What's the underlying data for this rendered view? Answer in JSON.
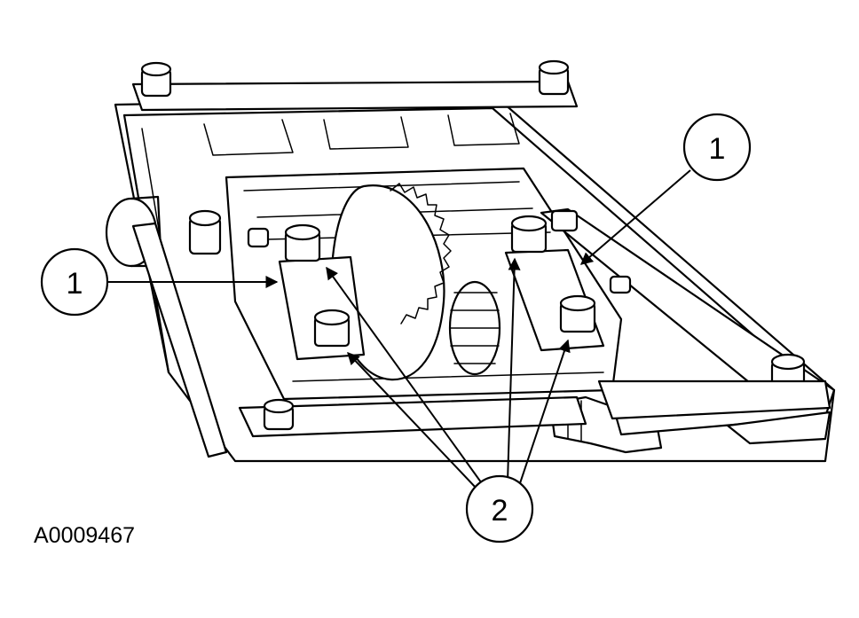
{
  "figure": {
    "id": "A0009467",
    "callouts": [
      {
        "label": "1"
      },
      {
        "label": "1"
      },
      {
        "label": "2"
      }
    ]
  }
}
